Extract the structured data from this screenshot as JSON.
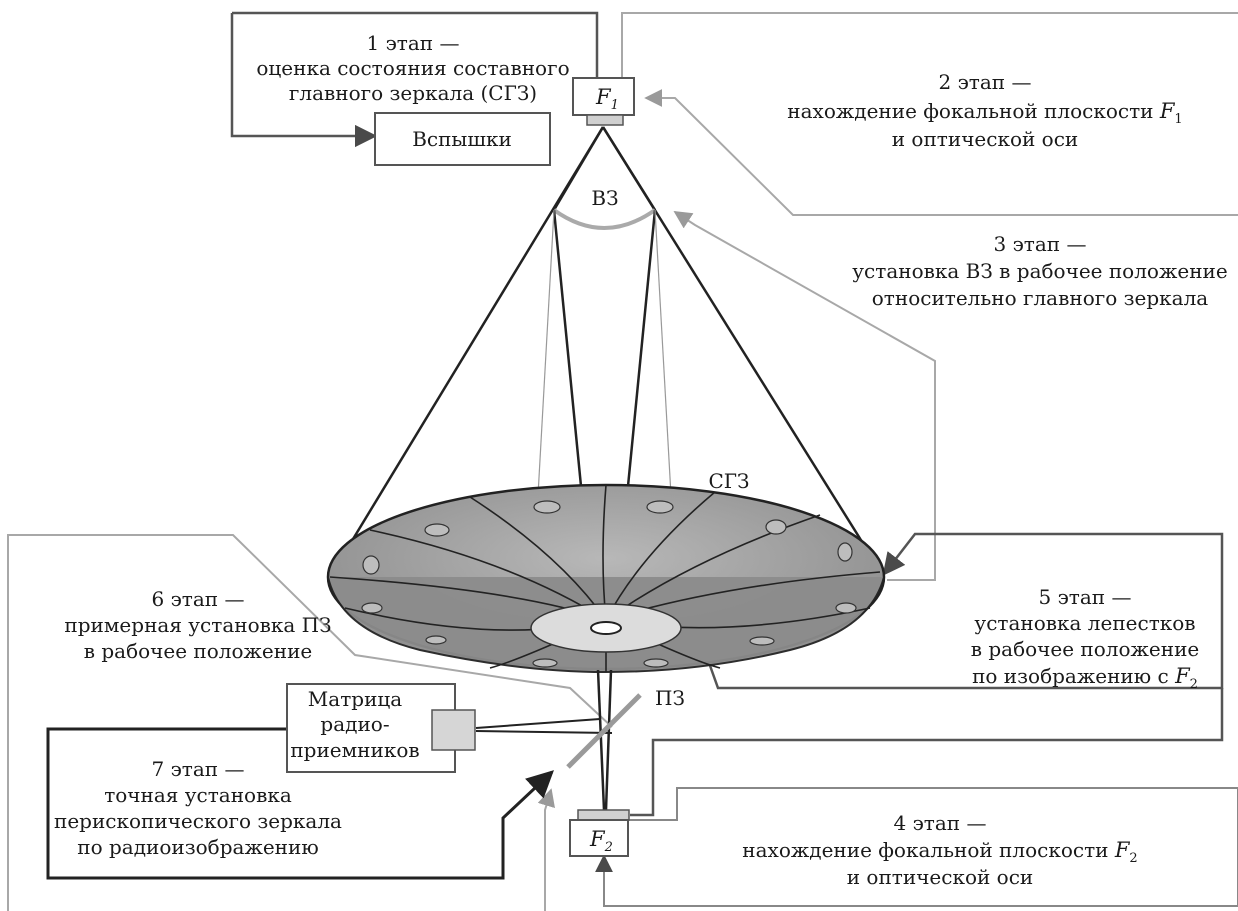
{
  "stages": {
    "stage1": {
      "line1": "1 этап —",
      "line2": "оценка состояния составного",
      "line3": "главного зеркала (СГЗ)"
    },
    "stage2": {
      "line1": "2 этап —",
      "line2_prefix": "нахождение фокальной плоскости ",
      "line3": "и оптической оси"
    },
    "stage3": {
      "line1": "3 этап —",
      "line2": "установка ВЗ в рабочее положение",
      "line3": "относительно главного зеркала"
    },
    "stage4": {
      "line1": "4 этап —",
      "line2_prefix": "нахождение фокальной плоскости ",
      "line3": "и оптической оси"
    },
    "stage5": {
      "line1": "5 этап —",
      "line2": "установка лепестков",
      "line3": "в рабочее положение",
      "line4_prefix": "по изображению с "
    },
    "stage6": {
      "line1": "6 этап —",
      "line2": "примерная установка ПЗ",
      "line3": "в рабочее положение"
    },
    "stage7": {
      "line1": "7 этап —",
      "line2": "точная установка",
      "line3": "перископического зеркала",
      "line4": "по радиоизображению"
    }
  },
  "labels": {
    "flashes": "Вспышки",
    "secondary_mirror": "ВЗ",
    "main_mirror": "СГЗ",
    "periscope_mirror": "ПЗ",
    "matrix_line1": "Матрица",
    "matrix_line2": "радио-",
    "matrix_line3": "приемников",
    "focus1_letter": "F",
    "focus1_index": "1",
    "focus2_letter": "F",
    "focus2_index": "2"
  }
}
